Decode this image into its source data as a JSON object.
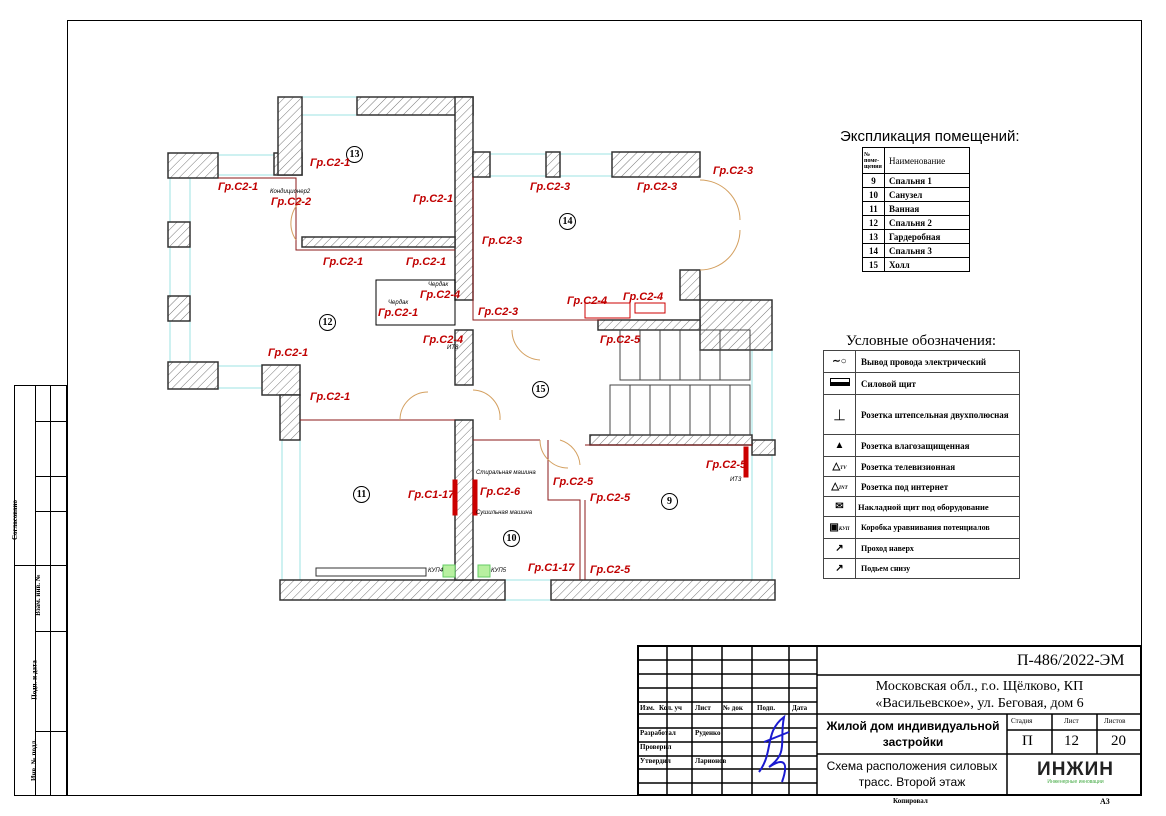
{
  "plan": {
    "rooms": [
      "13",
      "14",
      "12",
      "15",
      "11",
      "10",
      "9"
    ],
    "labels": [
      "Гр.С2-1",
      "Гр.С2-1",
      "Кондиционер2",
      "Гр.С2-2",
      "Гр.С2-1",
      "Гр.С2-3",
      "Гр.С2-3",
      "Гр.С2-3",
      "Гр.С2-3",
      "Гр.С2-1",
      "Гр.С2-1",
      "Чердак",
      "Гр.С2-4",
      "Чердак",
      "Гр.С2-1",
      "Гр.С2-3",
      "Гр.С2-4",
      "Гр.С2-4",
      "Гр.С2-4",
      "Гр.С2-5",
      "Гр.С2-1",
      "Гр.С2-1",
      "Гр.С1-17",
      "Гр.С2-6",
      "Стиральная машина",
      "Сушильная машина",
      "Гр.С2-5",
      "Гр.С2-5",
      "Гр.С2-5",
      "Гр.С1-17",
      "Гр.С2-5",
      "КУП4",
      "КУП5",
      "ИТ8",
      "ИТ3"
    ]
  },
  "explication": {
    "title": "Экспликация помещений:",
    "col_no": "№ поме-щения",
    "col_name": "Наименование",
    "rows": [
      [
        "9",
        "Спальня 1"
      ],
      [
        "10",
        "Санузел"
      ],
      [
        "11",
        "Ванная"
      ],
      [
        "12",
        "Спальня 2"
      ],
      [
        "13",
        "Гардеробная"
      ],
      [
        "14",
        "Спальня 3"
      ],
      [
        "15",
        "Холл"
      ]
    ]
  },
  "legend": {
    "title": "Условные обозначения:",
    "items": [
      "Вывод провода электрический",
      "Силовой щит",
      "Розетка штепсельная двухполюсная",
      "Розетка влагозащищенная",
      "Розетка телевизионная",
      "Розетка под интернет",
      "Накладной щит под оборудование",
      "Коробка уравнивания потенциалов",
      "Проход наверх",
      "Подьем снизу"
    ],
    "icon_text": {
      "tv": "TV",
      "int": "INT",
      "kup": "КУП"
    }
  },
  "stamp": {
    "agreed": "Согласовано",
    "inv_replace": "Взам. инв. №",
    "sign_date": "Подп. и дата",
    "inv_orig": "Инв. № подл."
  },
  "titleblock": {
    "doc_number": "П-486/2022-ЭМ",
    "address_line1": "Московская обл., г.о. Щёлково, КП",
    "address_line2": "«Васильевское», ул. Беговая, дом 6",
    "project": "Жилой дом индивидуальной застройки",
    "drawing": "Схема расположения силовых трасс. Второй этаж",
    "headers": [
      "Изм.",
      "Кол. уч",
      "Лист",
      "№ док",
      "Подп.",
      "Дата"
    ],
    "roles": [
      [
        "Разработал",
        "Руденко"
      ],
      [
        "Проверил",
        ""
      ],
      [
        "Утвердил",
        "Ларионов"
      ]
    ],
    "stage_label": "Стадия",
    "sheet_label": "Лист",
    "sheets_label": "Листов",
    "stage": "П",
    "sheet": "12",
    "sheets": "20",
    "logo": "ИНЖИН",
    "logo_sub": "Инженерные инновации",
    "copied": "Копировал",
    "format": "А3"
  }
}
